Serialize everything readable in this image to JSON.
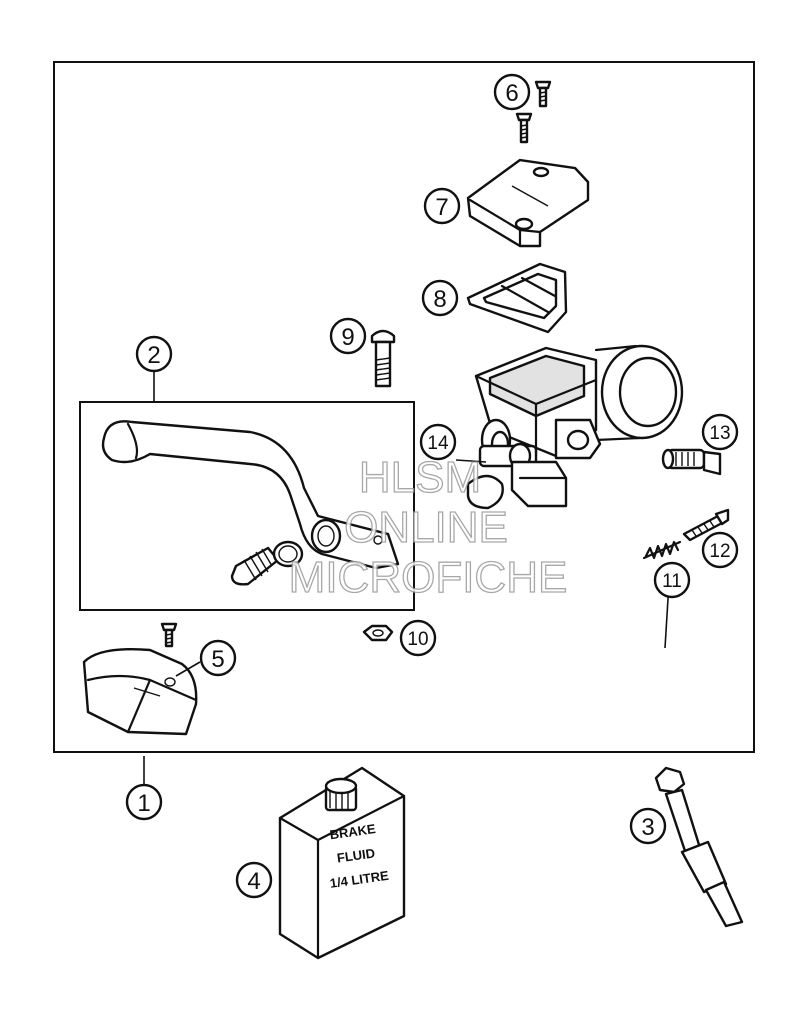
{
  "diagram": {
    "callouts": [
      {
        "id": "1",
        "label": "1"
      },
      {
        "id": "2",
        "label": "2"
      },
      {
        "id": "3",
        "label": "3"
      },
      {
        "id": "4",
        "label": "4"
      },
      {
        "id": "5",
        "label": "5"
      },
      {
        "id": "6",
        "label": "6"
      },
      {
        "id": "7",
        "label": "7"
      },
      {
        "id": "8",
        "label": "8"
      },
      {
        "id": "9",
        "label": "9"
      },
      {
        "id": "10",
        "label": "10"
      },
      {
        "id": "11",
        "label": "11"
      },
      {
        "id": "12",
        "label": "12"
      },
      {
        "id": "13",
        "label": "13"
      },
      {
        "id": "14",
        "label": "14"
      }
    ],
    "bottle_label": [
      "BRAKE",
      "FLUID",
      "1/4 LITRE"
    ],
    "watermark": [
      "HLSM",
      "ONLINE",
      "MICROFICHE"
    ]
  }
}
